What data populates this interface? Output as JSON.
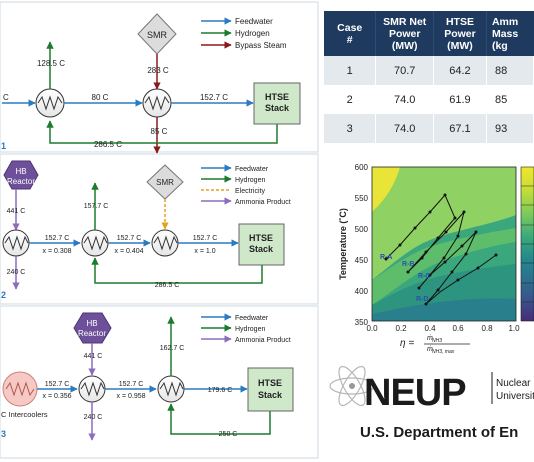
{
  "diagram1": {
    "legend": [
      "Feedwater",
      "Hydrogen",
      "Bypass Steam"
    ],
    "colors": {
      "feedwater": "#2b7bc0",
      "hydrogen": "#1e7a2e",
      "bypass": "#8b1a1a"
    },
    "smr": "SMR",
    "stack": [
      "HTSE",
      "Stack"
    ],
    "labels": {
      "h2_out": "128.5 C",
      "in_stub": "C",
      "mid": "80 C",
      "smr_out": "283 C",
      "to_stack": "152.7 C",
      "bypass_down": "85 C",
      "return": "286.5 C"
    },
    "case_marker": "1"
  },
  "diagram2": {
    "legend": [
      "Feedwater",
      "Hydrogen",
      "Electricity",
      "Ammonia Product"
    ],
    "reactor": [
      "HB",
      "Reactor"
    ],
    "smr": "SMR",
    "stack": [
      "HTSE",
      "Stack"
    ],
    "labels": {
      "hb_out": "441 C",
      "product": "240 C",
      "s1_t": "152.7 C",
      "s1_x": "x = 0.308",
      "h2_up": "157.7 C",
      "s2_t": "152.7 C",
      "s2_x": "x = 0.404",
      "s3_t": "152.7 C",
      "s3_x": "x = 1.0",
      "return": "286.5 C"
    },
    "case_marker": "2"
  },
  "diagram3": {
    "legend": [
      "Feedwater",
      "Hydrogen",
      "Ammonia Product"
    ],
    "reactor": [
      "HB",
      "Reactor"
    ],
    "stack": [
      "HTSE",
      "Stack"
    ],
    "intercooler": "C Intercoolers",
    "labels": {
      "hb_out": "441 C",
      "s1_t": "152.7 C",
      "s1_x": "x = 0.356",
      "s2_t": "152.7 C",
      "s2_x": "x = 0.958",
      "h2_up": "162.7 C",
      "to_stack": "179.6 C",
      "below": "240 C",
      "return": "250 C"
    },
    "case_marker": "3"
  },
  "table": {
    "headers": [
      [
        "Case",
        "#"
      ],
      [
        "SMR Net",
        "Power",
        "(MW)"
      ],
      [
        "HTSE",
        "Power",
        "(MW)"
      ],
      [
        "Amm",
        "Mass",
        "(kg"
      ]
    ],
    "rows": [
      [
        "1",
        "70.7",
        "64.2",
        "88"
      ],
      [
        "2",
        "74.0",
        "61.9",
        "85"
      ],
      [
        "3",
        "74.0",
        "67.1",
        "93"
      ]
    ]
  },
  "plot": {
    "ylabel": "Temperature (˚C)",
    "yticks": [
      "600",
      "550",
      "500",
      "450",
      "400",
      "350"
    ],
    "xticks": [
      "0.0",
      "0.2",
      "0.4",
      "0.6",
      "0.8",
      "1.0"
    ],
    "xlabel_main": "η =",
    "xlabel_num": "ṁ",
    "xlabel_num_sub": "NH3",
    "xlabel_den": "ṁ",
    "xlabel_den_sub": "NH3, max",
    "points": [
      "R-A",
      "R-B",
      "R-C",
      "R-D"
    ],
    "colorbar": [
      "#f2e62c",
      "#c5dc38",
      "#7ccb5b",
      "#3aaa7a",
      "#24878d",
      "#2d6c8e",
      "#3b4e8a",
      "#472b78"
    ]
  },
  "logo": {
    "brand": "NEUP",
    "tagline1": "Nuclear E",
    "tagline2": "University",
    "org": "U.S. Department of En"
  }
}
